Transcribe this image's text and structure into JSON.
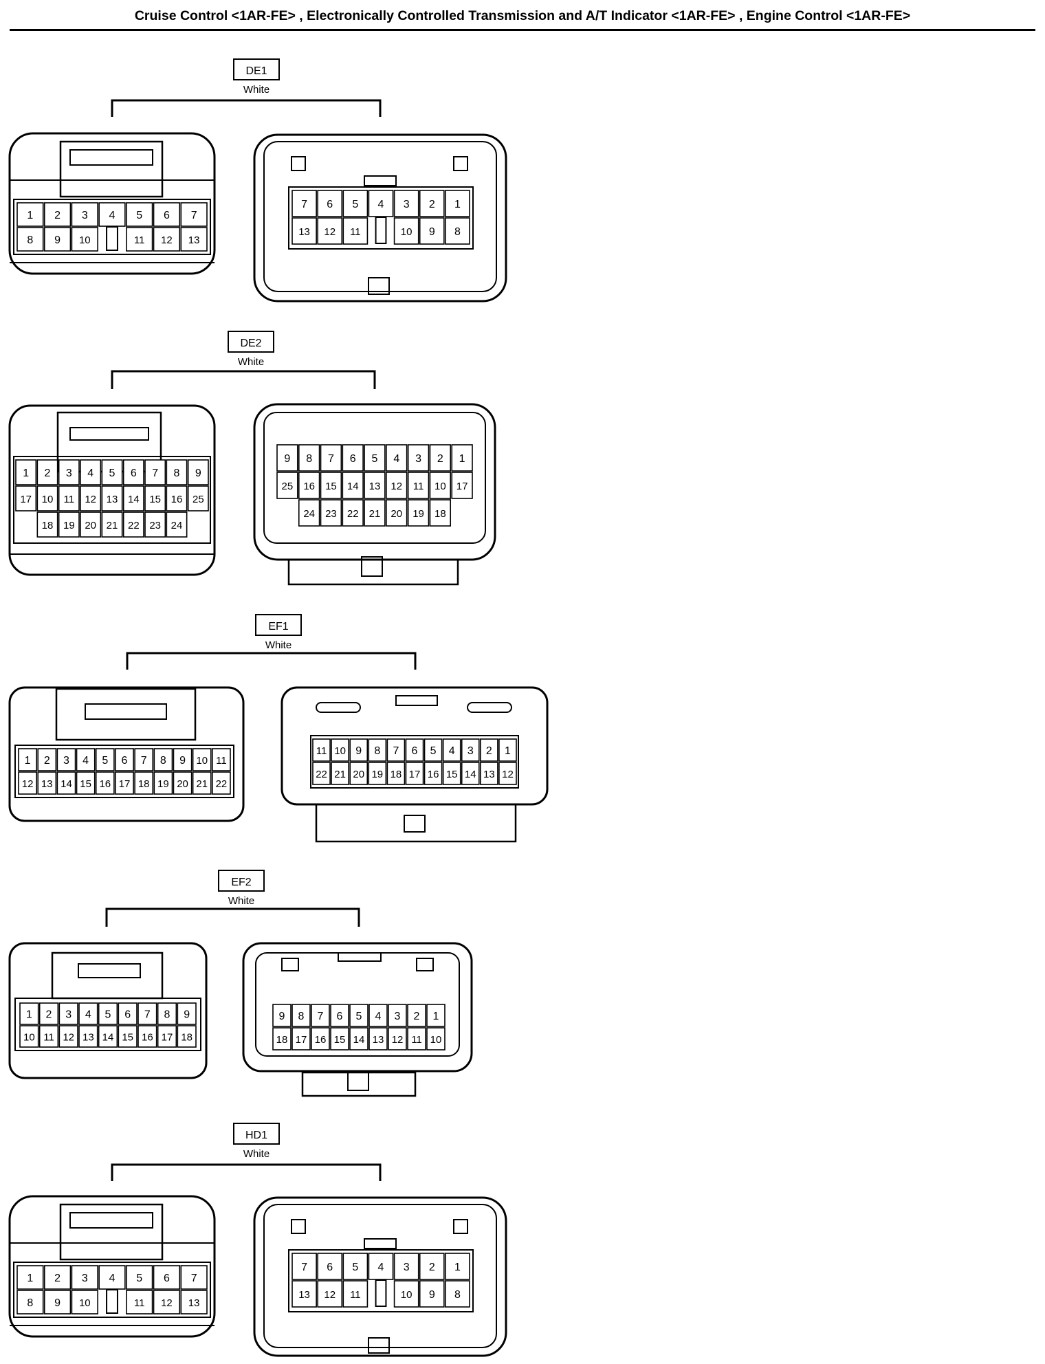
{
  "header": {
    "title": "Cruise Control <1AR-FE> , Electronically Controlled Transmission and A/T Indicator <1AR-FE> , Engine Control <1AR-FE>"
  },
  "connectors": [
    {
      "code": "DE1",
      "color": "White",
      "male_view": {
        "rows": [
          [
            "1",
            "2",
            "3",
            "4",
            "5",
            "6",
            "7"
          ],
          [
            "8",
            "9",
            "10",
            "",
            "11",
            "12",
            "13"
          ]
        ]
      },
      "female_view": {
        "rows": [
          [
            "7",
            "6",
            "5",
            "4",
            "3",
            "2",
            "1"
          ],
          [
            "13",
            "12",
            "11",
            "",
            "10",
            "9",
            "8"
          ]
        ]
      }
    },
    {
      "code": "DE2",
      "color": "White",
      "male_view": {
        "rows": [
          [
            "1",
            "2",
            "3",
            "4",
            "5",
            "6",
            "7",
            "8",
            "9"
          ],
          [
            "17",
            "10",
            "11",
            "12",
            "13",
            "14",
            "15",
            "16",
            "25"
          ],
          [
            "18",
            "19",
            "20",
            "21",
            "22",
            "23",
            "24"
          ]
        ]
      },
      "female_view": {
        "rows": [
          [
            "9",
            "8",
            "7",
            "6",
            "5",
            "4",
            "3",
            "2",
            "1"
          ],
          [
            "25",
            "16",
            "15",
            "14",
            "13",
            "12",
            "11",
            "10",
            "17"
          ],
          [
            "24",
            "23",
            "22",
            "21",
            "20",
            "19",
            "18"
          ]
        ]
      }
    },
    {
      "code": "EF1",
      "color": "White",
      "male_view": {
        "rows": [
          [
            "1",
            "2",
            "3",
            "4",
            "5",
            "6",
            "7",
            "8",
            "9",
            "10",
            "11"
          ],
          [
            "12",
            "13",
            "14",
            "15",
            "16",
            "17",
            "18",
            "19",
            "20",
            "21",
            "22"
          ]
        ]
      },
      "female_view": {
        "rows": [
          [
            "11",
            "10",
            "9",
            "8",
            "7",
            "6",
            "5",
            "4",
            "3",
            "2",
            "1"
          ],
          [
            "22",
            "21",
            "20",
            "19",
            "18",
            "17",
            "16",
            "15",
            "14",
            "13",
            "12"
          ]
        ]
      }
    },
    {
      "code": "EF2",
      "color": "White",
      "male_view": {
        "rows": [
          [
            "1",
            "2",
            "3",
            "4",
            "5",
            "6",
            "7",
            "8",
            "9"
          ],
          [
            "10",
            "11",
            "12",
            "13",
            "14",
            "15",
            "16",
            "17",
            "18"
          ]
        ]
      },
      "female_view": {
        "rows": [
          [
            "9",
            "8",
            "7",
            "6",
            "5",
            "4",
            "3",
            "2",
            "1"
          ],
          [
            "18",
            "17",
            "16",
            "15",
            "14",
            "13",
            "12",
            "11",
            "10"
          ]
        ]
      }
    },
    {
      "code": "HD1",
      "color": "White",
      "male_view": {
        "rows": [
          [
            "1",
            "2",
            "3",
            "4",
            "5",
            "6",
            "7"
          ],
          [
            "8",
            "9",
            "10",
            "",
            "11",
            "12",
            "13"
          ]
        ]
      },
      "female_view": {
        "rows": [
          [
            "7",
            "6",
            "5",
            "4",
            "3",
            "2",
            "1"
          ],
          [
            "13",
            "12",
            "11",
            "",
            "10",
            "9",
            "8"
          ]
        ]
      }
    }
  ]
}
